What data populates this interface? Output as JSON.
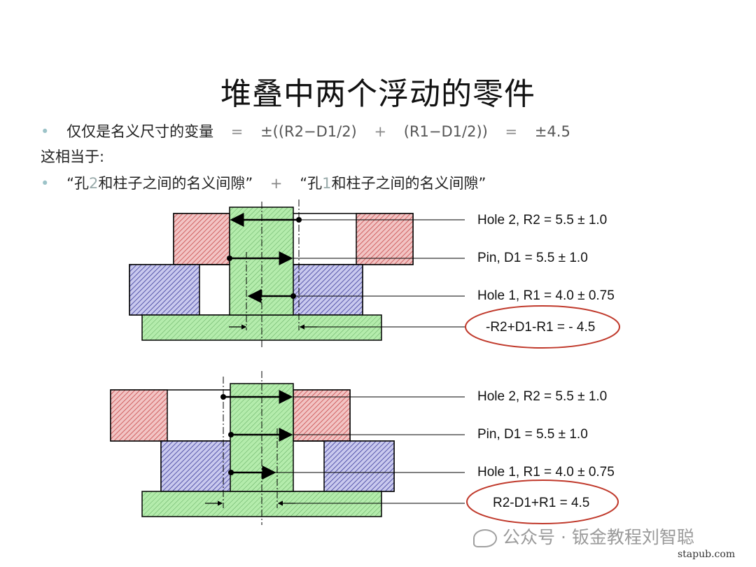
{
  "title": "堆叠中两个浮动的零件",
  "line1": {
    "text": "仅仅是名义尺寸的变量",
    "eq1": "=",
    "formula_a": "±((R2−D1/2)",
    "plus": "+",
    "formula_b": "(R1−D1/2))",
    "eq2": "=",
    "result": "±4.5"
  },
  "line2": "这相当于:",
  "line3": {
    "part_a_pre": "“孔",
    "part_a_num": "2",
    "part_a_post": "和柱子之间的名义间隙”",
    "plus": "+",
    "part_b_pre": "“孔",
    "part_b_num": "1",
    "part_b_post": "和柱子之间的名义间隙”"
  },
  "colors": {
    "red_hatch": "#c84a4a",
    "blue_hatch": "#3a3a9a",
    "green_fill": "#a8e6a0",
    "ellipse": "#c0392b"
  },
  "diagram_top": {
    "label_hole2": "Hole 2, R2 = 5.5 ± 1.0",
    "label_pin": "Pin, D1 = 5.5 ± 1.0",
    "label_hole1": "Hole 1, R1 = 4.0 ± 0.75",
    "result": "-R2+D1-R1 = - 4.5"
  },
  "diagram_bottom": {
    "label_hole2": "Hole 2, R2 = 5.5 ± 1.0",
    "label_pin": "Pin, D1 = 5.5 ± 1.0",
    "label_hole1": "Hole 1, R1 = 4.0 ± 0.75",
    "result": "R2-D1+R1 = 4.5"
  },
  "watermark": "公众号 · 钣金教程刘智聪",
  "site": "stapub.com"
}
